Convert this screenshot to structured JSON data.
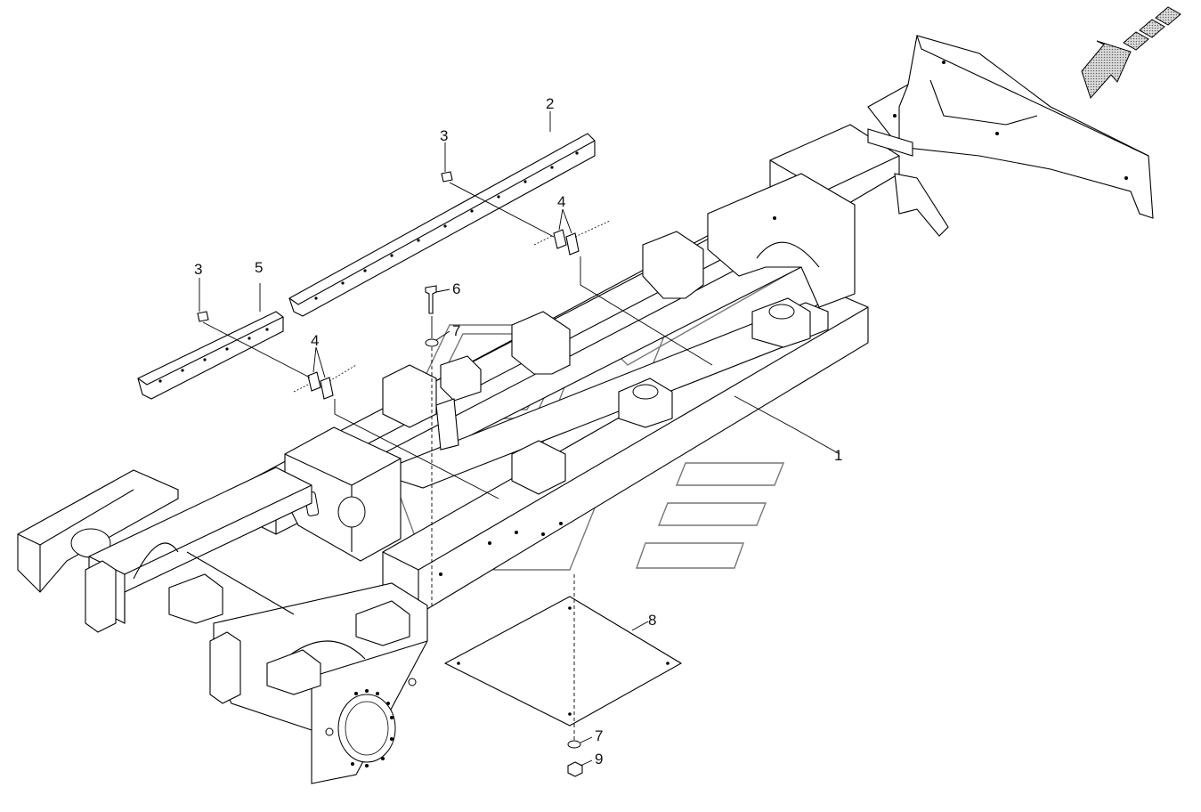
{
  "diagram": {
    "callouts": [
      {
        "id": "c1",
        "text": "1"
      },
      {
        "id": "c2",
        "text": "2"
      },
      {
        "id": "c3a",
        "text": "3"
      },
      {
        "id": "c3b",
        "text": "3"
      },
      {
        "id": "c4a",
        "text": "4"
      },
      {
        "id": "c4b",
        "text": "4"
      },
      {
        "id": "c5",
        "text": "5"
      },
      {
        "id": "c6",
        "text": "6"
      },
      {
        "id": "c7a",
        "text": "7"
      },
      {
        "id": "c7b",
        "text": "7"
      },
      {
        "id": "c8",
        "text": "8"
      },
      {
        "id": "c9",
        "text": "9"
      }
    ],
    "direction_arrow_icon": "arrow-down-left-icon",
    "watermark_icon": "brand-watermark-icon",
    "colors": {
      "line": "#000000",
      "background": "#ffffff",
      "watermark": "#777777",
      "arrow_fill": "#bdbdbd"
    }
  }
}
